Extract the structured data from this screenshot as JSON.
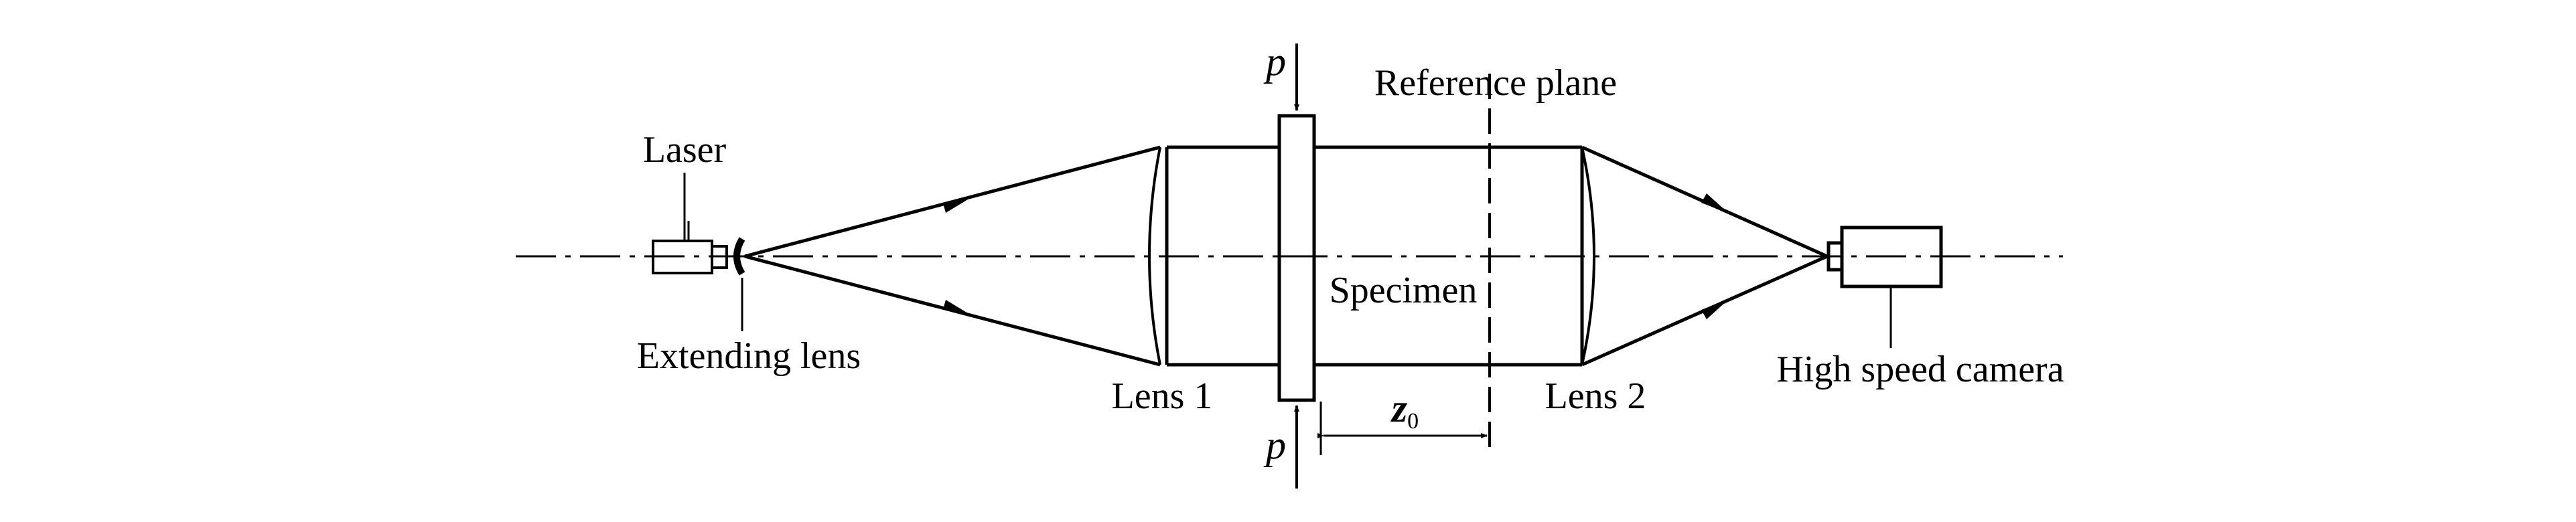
{
  "labels": {
    "laser": "Laser",
    "extending_lens": "Extending lens",
    "lens1": "Lens 1",
    "lens2": "Lens 2",
    "specimen": "Specimen",
    "reference_plane": "Reference plane",
    "camera": "High speed camera",
    "load_top": "p",
    "load_bottom": "p",
    "distance_symbol": "z",
    "distance_subscript": "0"
  }
}
